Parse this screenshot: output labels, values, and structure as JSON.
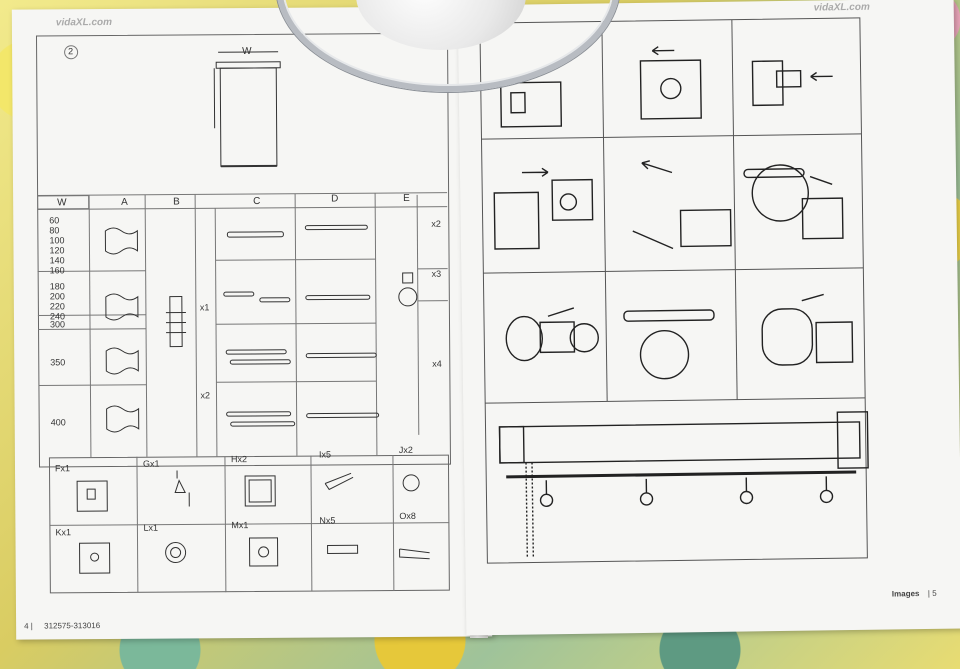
{
  "brand_left": "vidaXL.com",
  "brand_right": "vidaXL.com",
  "left_page": {
    "step_number": "2",
    "width_label": "W",
    "table_headers": [
      "W",
      "A",
      "B",
      "C",
      "D",
      "E"
    ],
    "rows": [
      {
        "w": [
          "60",
          "80",
          "100",
          "120",
          "140",
          "160"
        ]
      },
      {
        "w": [
          "180",
          "200",
          "220",
          "240"
        ]
      },
      {
        "w": [
          "300"
        ]
      },
      {
        "w": [
          "350"
        ]
      },
      {
        "w": [
          "400"
        ]
      }
    ],
    "qty_b_c": [
      "x1",
      "x2"
    ],
    "qty_e": [
      "x2",
      "x3",
      "x4"
    ],
    "parts_row1": [
      {
        "label": "Fx1",
        "icon": "bracket-icon"
      },
      {
        "label": "Gx1",
        "icon": "chain-clip-icon"
      },
      {
        "label": "Hx2",
        "icon": "square-cap-icon"
      },
      {
        "label": "Ix5",
        "icon": "screw-icon"
      },
      {
        "label": "Jx2",
        "icon": "plug-icon"
      }
    ],
    "parts_row2": [
      {
        "label": "Kx1",
        "icon": "bracket-hole-icon"
      },
      {
        "label": "Lx1",
        "icon": "end-plug-icon"
      },
      {
        "label": "Mx1",
        "icon": "mechanism-icon"
      },
      {
        "label": "Nx5",
        "icon": "wall-plug-icon"
      },
      {
        "label": "Ox8",
        "icon": "screw-icon"
      }
    ],
    "footer_page": "4 |",
    "footer_code": "312575-313016"
  },
  "right_page": {
    "footer_label": "Images",
    "footer_page": "| 5"
  }
}
